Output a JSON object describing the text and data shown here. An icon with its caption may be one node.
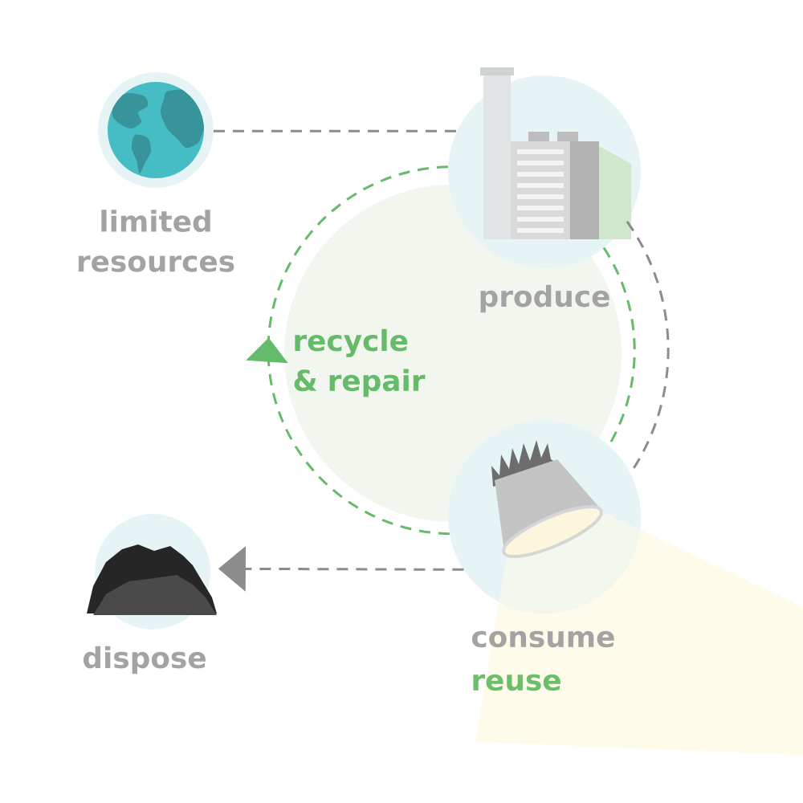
{
  "diagram": {
    "nodes": [
      {
        "text": [
          "limited resources"
        ]
      },
      {
        "text": [
          "produce"
        ]
      },
      {
        "text": [
          "consume",
          "reuse"
        ]
      },
      {
        "text": [
          "dispose"
        ]
      }
    ],
    "edges": [
      {
        "from": 0,
        "to": 1,
        "arrow": "none"
      },
      {
        "from": 1,
        "to": 2,
        "arrow": "none"
      },
      {
        "from": 2,
        "to": 3,
        "arrow": "to"
      },
      {
        "from": 2,
        "to": 1,
        "arrow": "to",
        "label": "recycle & repair",
        "color": "#66bb6a"
      },
      {
        "from": 1,
        "to": 2,
        "arrow": "none",
        "color": "#66bb6a"
      }
    ]
  }
}
